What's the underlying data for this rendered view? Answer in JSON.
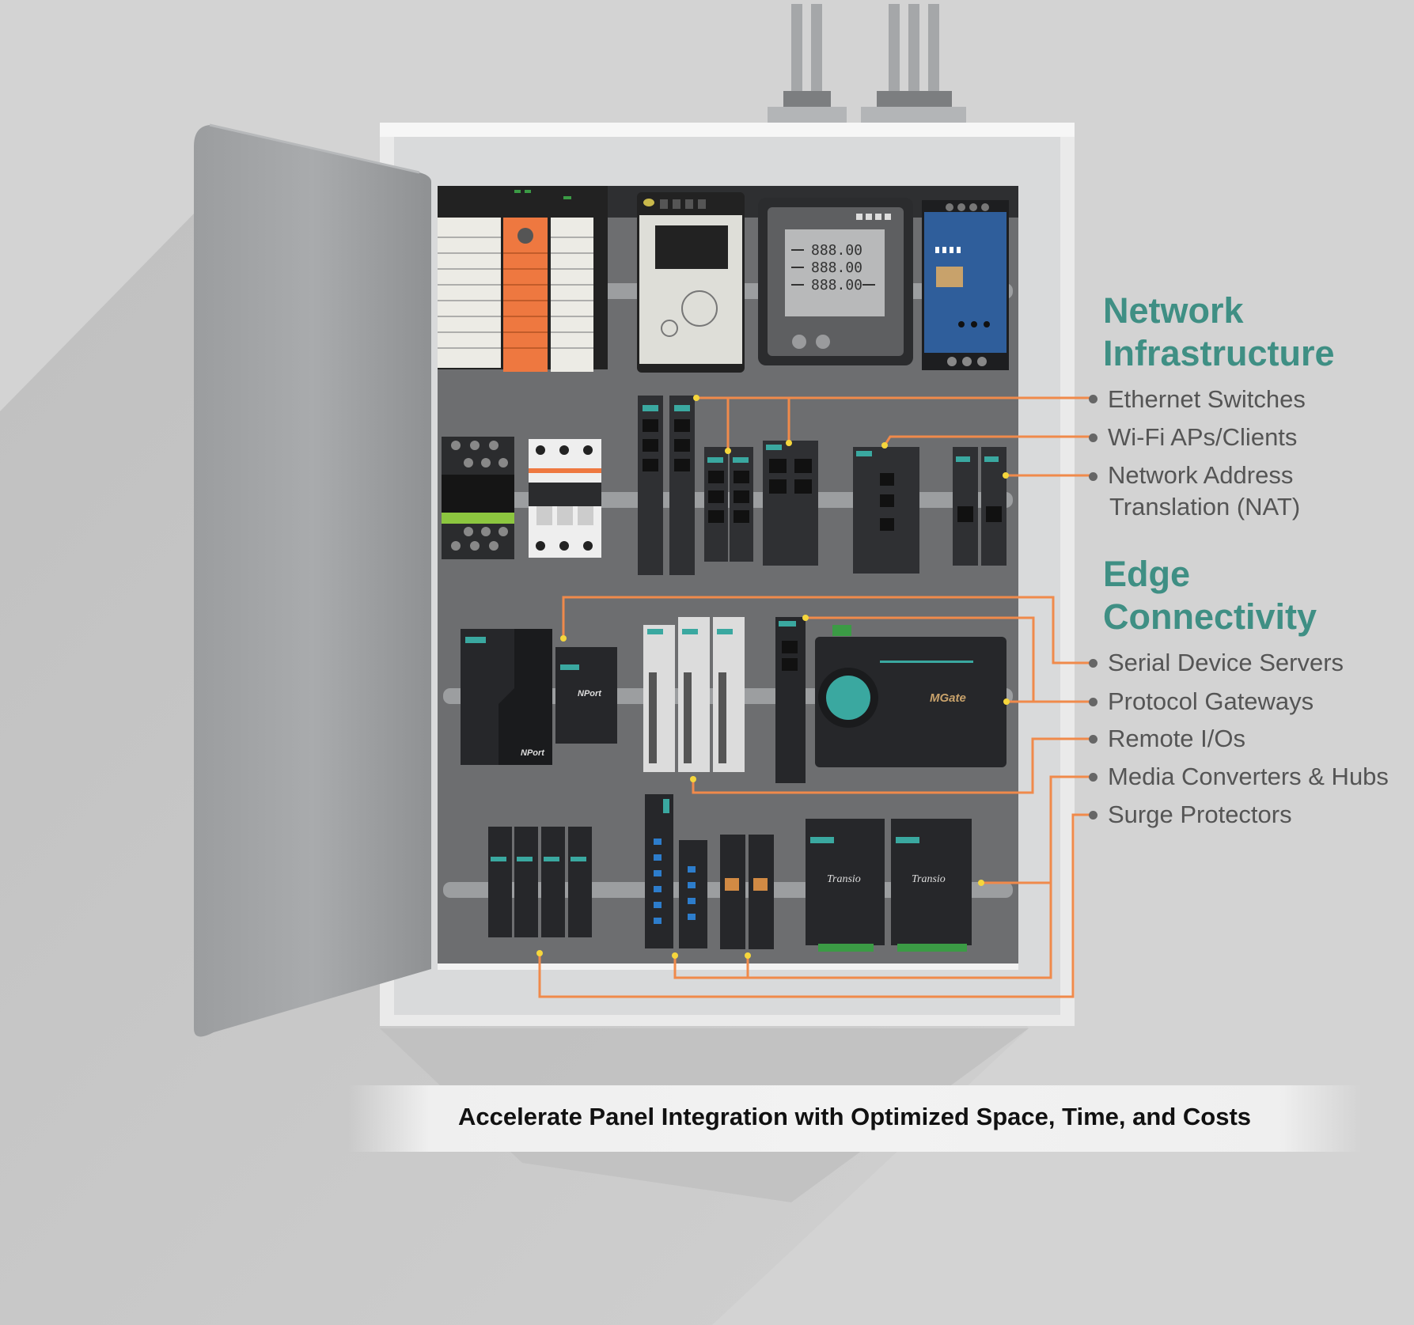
{
  "title": "Accelerate Panel Integration with Optimized Space, Time, and Costs",
  "meter_readings": [
    "888.00",
    "888.00",
    "888.00"
  ],
  "brand_labels": {
    "nport_large": "NPort",
    "nport_small": "NPort",
    "mgate": "MGate",
    "transio_1": "Transio",
    "transio_2": "Transio"
  },
  "groups": [
    {
      "heading_line1": "Network",
      "heading_line2": "Infrastructure",
      "items": [
        {
          "label": "Ethernet Switches"
        },
        {
          "label": "Wi-Fi APs/Clients"
        },
        {
          "label": "Network Address",
          "label2": "Translation (NAT)"
        }
      ]
    },
    {
      "heading_line1": "Edge",
      "heading_line2": "Connectivity",
      "items": [
        {
          "label": "Serial Device Servers"
        },
        {
          "label": "Protocol Gateways"
        },
        {
          "label": "Remote I/Os"
        },
        {
          "label": "Media Converters & Hubs"
        },
        {
          "label": "Surge Protectors"
        }
      ]
    }
  ],
  "colors": {
    "accent": "#3f8f84",
    "connector": "#f08a4b",
    "connector_dot": "#f5d63c",
    "background": "#d3d3d3",
    "panel_back": "#6d6e70"
  }
}
